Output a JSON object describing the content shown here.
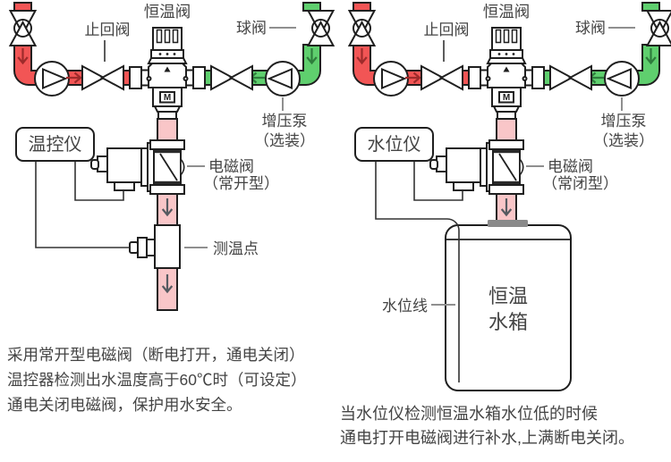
{
  "branding": {
    "logo_mark": "M"
  },
  "colors": {
    "hot_pipe": "#f25555",
    "cold_pipe": "#5fcf6e",
    "outlet_pipe": "#f9c6c8",
    "outline": "#1f1f1f",
    "text": "#444444",
    "leader": "#8f8f8f",
    "tank_fitting": "#8a8a8a"
  },
  "diagrams": {
    "left": {
      "labels": {
        "thermo_valve": "恒温阀",
        "check_valve": "止回阀",
        "ball_valve": "球阀",
        "booster_pump_line1": "增压泵",
        "booster_pump_line2": "（选装）",
        "controller": "温控仪",
        "solenoid_line1": "电磁阀",
        "solenoid_line2": "（常开型）",
        "temp_point": "测温点"
      },
      "caption": {
        "line1": "采用常开型电磁阀（断电打开，通电关闭）",
        "line2": "温控器检测出水温度高于60℃时（可设定）",
        "line3": "通电关闭电磁阀，保护用水安全。"
      }
    },
    "right": {
      "labels": {
        "thermo_valve": "恒温阀",
        "check_valve": "止回阀",
        "ball_valve": "球阀",
        "booster_pump_line1": "增压泵",
        "booster_pump_line2": "（选装）",
        "controller": "水位仪",
        "solenoid_line1": "电磁阀",
        "solenoid_line2": "（常闭型）",
        "water_level_line": "水位线",
        "tank_line1": "恒温",
        "tank_line2": "水箱"
      },
      "caption": {
        "line1": "当水位仪检测恒温水箱水位低的时候",
        "line2": "通电打开电磁阀进行补水,上满断电关闭。"
      }
    }
  }
}
